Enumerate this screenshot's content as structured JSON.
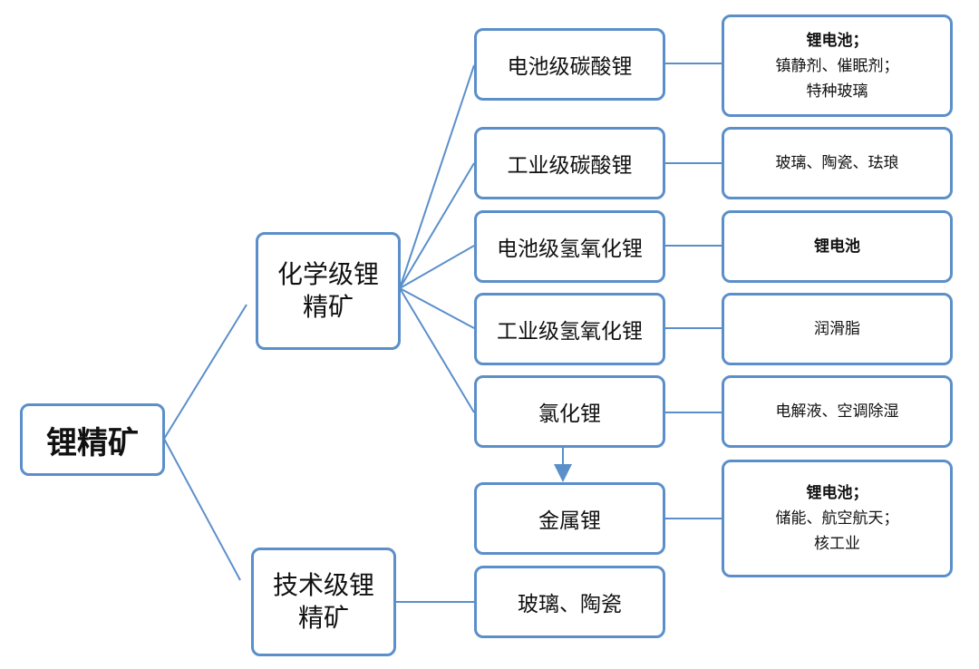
{
  "diagram": {
    "root": {
      "label": "锂精矿"
    },
    "chemical_grade": {
      "line1": "化学级锂",
      "line2": "精矿"
    },
    "technical_grade": {
      "line1": "技术级锂",
      "line2": "精矿"
    },
    "products": [
      {
        "label": "电池级碳酸锂",
        "uses": [
          "锂电池；",
          "镇静剂、催眠剂；",
          "特种玻璃"
        ]
      },
      {
        "label": "工业级碳酸锂",
        "uses": [
          "玻璃、陶瓷、珐琅"
        ]
      },
      {
        "label": "电池级氢氧化锂",
        "uses": [
          "锂电池"
        ]
      },
      {
        "label": "工业级氢氧化锂",
        "uses": [
          "润滑脂"
        ]
      },
      {
        "label": "氯化锂",
        "uses": [
          "电解液、空调除湿"
        ]
      },
      {
        "label": "金属锂",
        "uses": [
          "锂电池；",
          "储能、航空航天；",
          "核工业"
        ]
      }
    ],
    "technical_product": {
      "label": "玻璃、陶瓷"
    },
    "colors": {
      "line": "#5b8fc9",
      "border": "#5b8fc9",
      "text": "#111111"
    }
  }
}
